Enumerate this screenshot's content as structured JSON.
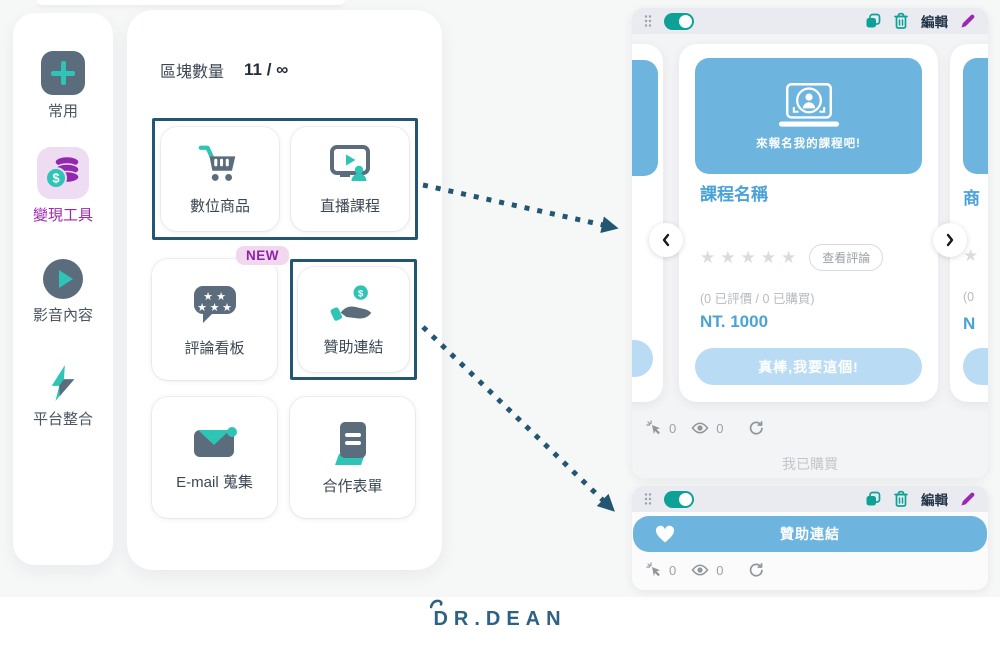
{
  "colors": {
    "teal": "#0ea195",
    "icon_teal": "#2ec4b6",
    "icon_slate": "#5b6c7c",
    "purple": "#9c27b0",
    "highlight_border": "#235672",
    "card_blue": "#6db5de",
    "light_blue_button": "#b9dcf4",
    "link_blue": "#4aa3d8"
  },
  "sidebar": {
    "items": [
      {
        "label": "常用",
        "icon": "plus-icon",
        "active": false
      },
      {
        "label": "變現工具",
        "icon": "coins-icon",
        "active": true
      },
      {
        "label": "影音內容",
        "icon": "play-icon",
        "active": false
      },
      {
        "label": "平台整合",
        "icon": "bolt-icon",
        "active": false
      }
    ]
  },
  "blocks_panel": {
    "count_label": "區塊數量",
    "count_value": "11 / ∞",
    "blocks": [
      {
        "label": "數位商品",
        "icon": "cart-icon",
        "highlighted": true
      },
      {
        "label": "直播課程",
        "icon": "live-course-icon",
        "highlighted": true
      },
      {
        "label": "評論看板",
        "icon": "review-board-icon",
        "badge": "NEW"
      },
      {
        "label": "贊助連結",
        "icon": "donate-hand-icon",
        "highlighted": true
      },
      {
        "label": "E-mail 蒐集",
        "icon": "envelope-icon"
      },
      {
        "label": "合作表單",
        "icon": "form-icon"
      }
    ]
  },
  "widget_toolbar": {
    "edit_label": "編輯"
  },
  "course_widget": {
    "image_caption": "來報名我的課程吧!",
    "title": "課程名稱",
    "stars": "★★★★★",
    "review_button_label": "查看評論",
    "purchase_stats": "(0 已評價 / 0 已購買)",
    "price": "NT. 1000",
    "cta_label": "真棒,我要這個!",
    "purchased_label": "我已購買",
    "metrics": {
      "clicks": "0",
      "views": "0"
    },
    "side_card": {
      "title_partial": "商",
      "star_partial": "★",
      "stats_partial": "(0",
      "price_partial": "N"
    }
  },
  "sponsor_widget": {
    "banner_label": "贊助連結",
    "metrics": {
      "clicks": "0",
      "views": "0"
    }
  },
  "footer": {
    "brand": "DR.DEAN"
  }
}
